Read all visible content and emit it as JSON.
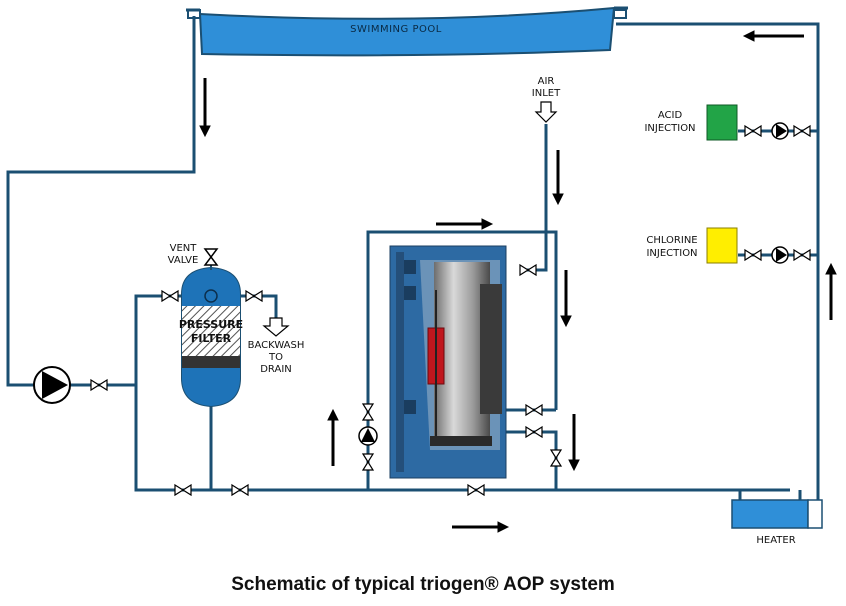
{
  "diagram": {
    "caption": "Schematic of typical triogen® AOP system",
    "labels": {
      "pool": "SWIMMING POOL",
      "air_inlet": [
        "AIR",
        "INLET"
      ],
      "acid_injection": [
        "ACID",
        "INJECTION"
      ],
      "chlorine_injection": [
        "CHLORINE",
        "INJECTION"
      ],
      "vent_valve": [
        "VENT",
        "VALVE"
      ],
      "pressure_filter": [
        "PRESSURE",
        "FILTER"
      ],
      "backwash": [
        "BACKWASH",
        "TO",
        "DRAIN"
      ],
      "heater": "HEATER"
    },
    "colors": {
      "pipe": "#1b4f72",
      "pool_water": "#2f8fd8",
      "filter_body": "#1e73b8",
      "ozone_unit": "#2d6aa3",
      "acid_tank": "#22a447",
      "chlorine_tank": "#ffee00",
      "heater": "#2f8fd8",
      "arrow": "#000000"
    }
  }
}
